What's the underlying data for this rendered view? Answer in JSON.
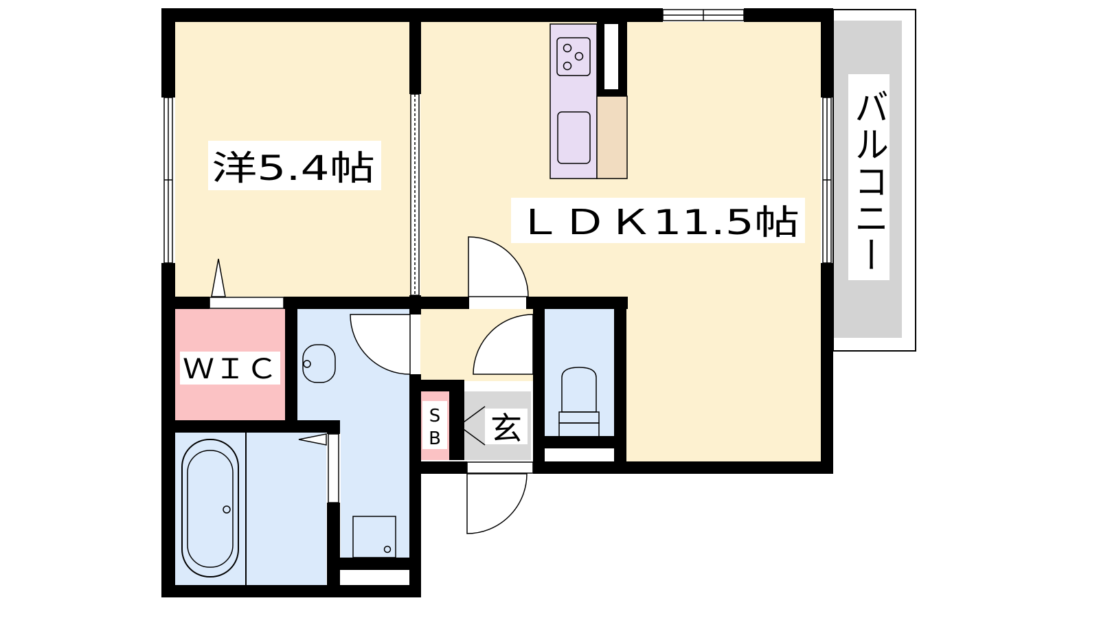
{
  "rooms": {
    "western_room": {
      "label": "洋5.4帖"
    },
    "ldk": {
      "label": "ＬＤＫ11.5帖"
    },
    "walk_in_closet": {
      "label": "ＷＩＣ"
    },
    "shoe_box": {
      "label_top": "S",
      "label_bottom": "B"
    },
    "entrance": {
      "label": "玄"
    },
    "balcony": {
      "label": "バルコニー"
    }
  },
  "colors": {
    "living_floor": "#fdf1d0",
    "water_area": "#dbeafb",
    "closet": "#fbc2c4",
    "kitchen": "#e8dcf3",
    "entrance_floor": "#d8d8d8",
    "balcony": "#d3d3d3",
    "wall": "#000000"
  }
}
